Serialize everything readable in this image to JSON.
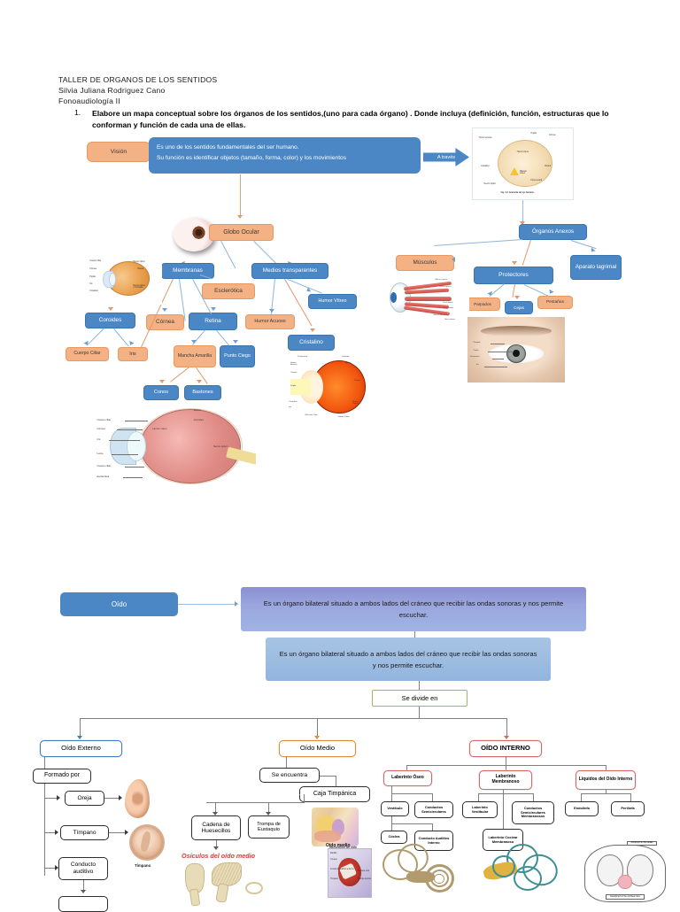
{
  "header": {
    "line1": "TALLER DE ORGANOS DE LOS SENTIDOS",
    "line2": "Silvia Juliana Rodriguez Cano",
    "line3": "Fonoaudiología II",
    "item_number": "1.",
    "item_text": "Elabore un mapa conceptual sobre los órganos de los sentidos,(uno para cada órgano) . Donde incluya (definición, función, estructuras que lo conforman y función de cada una de ellas."
  },
  "vision": {
    "root_label": "Visión",
    "definition_line1": "Es uno de los sentidos  fundamentales del ser humano.",
    "definition_line2": "Su función es  identificar objetos  (tamaño, forma, color) y los movimientos",
    "connector_label": "A través",
    "globo_ocular": "Globo Ocular",
    "organos_anexos": "Órganos Anexos",
    "membranas": "Membranas",
    "medios_transparentes": "Medios transparentes",
    "escleratica": "Esclerótica",
    "coroides": "Coroides",
    "cornea": "Córnea",
    "retina": "Retina",
    "humor_acuoso": "Humor Acuoso",
    "humor_vitreo": "Humor Vítreo",
    "cristalino": "Cristalino",
    "cuerpo_ciliar": "Cuerpo Ciliar",
    "iris": "Iris",
    "mancha_amarilla": "Mancha Amarilla",
    "punto_ciego": "Punto Ciego",
    "conos": "Conos",
    "bastones": "Bastones",
    "musculos": "Músculos",
    "protectores": "Protectores",
    "aparato_lagrimal": "Aparato lagrimal",
    "parpados": "Parpados",
    "cejas": "Cejas",
    "pestanas": "Pestañas"
  },
  "eye_figures": {
    "fig_caption": "Fig. 4-3. Anatomía del ojo humano.",
    "cross_section_labels": [
      "Cuerpo ciliar",
      "Córnea",
      "Iris",
      "Lente",
      "Cuerpo ciliar",
      "Esclerótica",
      "Retina",
      "Coroides",
      "Humor vítreo",
      "Nervio óptico"
    ],
    "red_eye_labels": [
      "Esclerótica",
      "Humor Acuoso",
      "Córnea",
      "Pupila",
      "Cristalino",
      "Iris",
      "Músculo Ciliar",
      "Coroides",
      "Retina",
      "Fóvea",
      "Nervio Óptico",
      "Humor Vítreo"
    ],
    "photo_eye_labels": [
      "Párpado",
      "Pupila",
      "Esclerótica",
      "Iris"
    ],
    "muscle_labels": [
      "Oblicuo superior",
      "Recto superior",
      "Recto lateral",
      "Recto medial",
      "Oblicuo inferior",
      "Recto inferior"
    ],
    "top_eye_labels": [
      "Cuerpo ciliar",
      "Córnea",
      "Pupila",
      "Iris",
      "Cristalino",
      "Nervio óptico",
      "Retina",
      "Nervio óptico y Coroides"
    ]
  },
  "ear": {
    "root_label": "Oído",
    "definition1": "Es un órgano bilateral situado a ambos lados del cráneo que recibir las ondas sonoras y nos permite escuchar.",
    "definition2": "Es un órgano bilateral situado a ambos lados del cráneo que recibir las ondas sonoras y nos permite escuchar.",
    "divider_label": "Se divide en",
    "externo": {
      "title": "Oído Externo",
      "formado_por": "Formado por",
      "oreja": "Oreja",
      "timpano": "Tímpano",
      "conducto_auditivo": "Conducto auditivo",
      "timpano_img_caption": "Tímpano"
    },
    "medio": {
      "title": "Oído Medio",
      "se_encuentra": "Se encuentra",
      "caja_timpanica": "Caja Timpánica",
      "cadena_huesecillos": "Cadena de Huesecillos",
      "trompa_eustaquio": "Trompa de Eustaquio",
      "osiculos_label": "Osículos del oído medio",
      "oido_medio_img_caption": "Oído medio",
      "img_labels": [
        "Huesecillos del oído",
        "Martillo",
        "Yunque",
        "Estribo",
        "Cavidad timpánica",
        "Conducto auditivo externo",
        "Tímpano",
        "Ventana oval",
        "Ventana redonda",
        "Trompa de Eustaquio",
        "Caja timpánica (oído medio)"
      ]
    },
    "interno": {
      "title": "OÍDO INTERNO",
      "laberinto_oseo": "Laberinto Óseo",
      "laberinto_membranoso": "Laberinto Membranoso",
      "liquidos": "Líquidos del Oído Interno",
      "vestibulo": "Vestíbulo",
      "conductos_semicirculares": "Conductos Semicirculares",
      "coclea": "Cóclea",
      "conducto_auditivo_interno": "Conducto Auditivo Interno",
      "laberinto_vestibular": "Laberinto Vestibular",
      "conductos_semicirculares_membranosos": "Conductos Semicirculares Membranosos",
      "laberinto_coclear_membranoso": "Laberinto Coclear Membranoso",
      "endolinfa": "Endolinfa",
      "perilinfa": "Perilinfa",
      "head_labels": [
        "Perilymph in the canals",
        "Endolymph in the cochlear duct"
      ]
    }
  },
  "colors": {
    "blue": "#4a87c4",
    "peach": "#f4b183",
    "periwinkle": "#9aa6de",
    "light_blue": "#9bbbe0",
    "green_border": "#9bb75b",
    "red_text": "#e03a3a"
  }
}
